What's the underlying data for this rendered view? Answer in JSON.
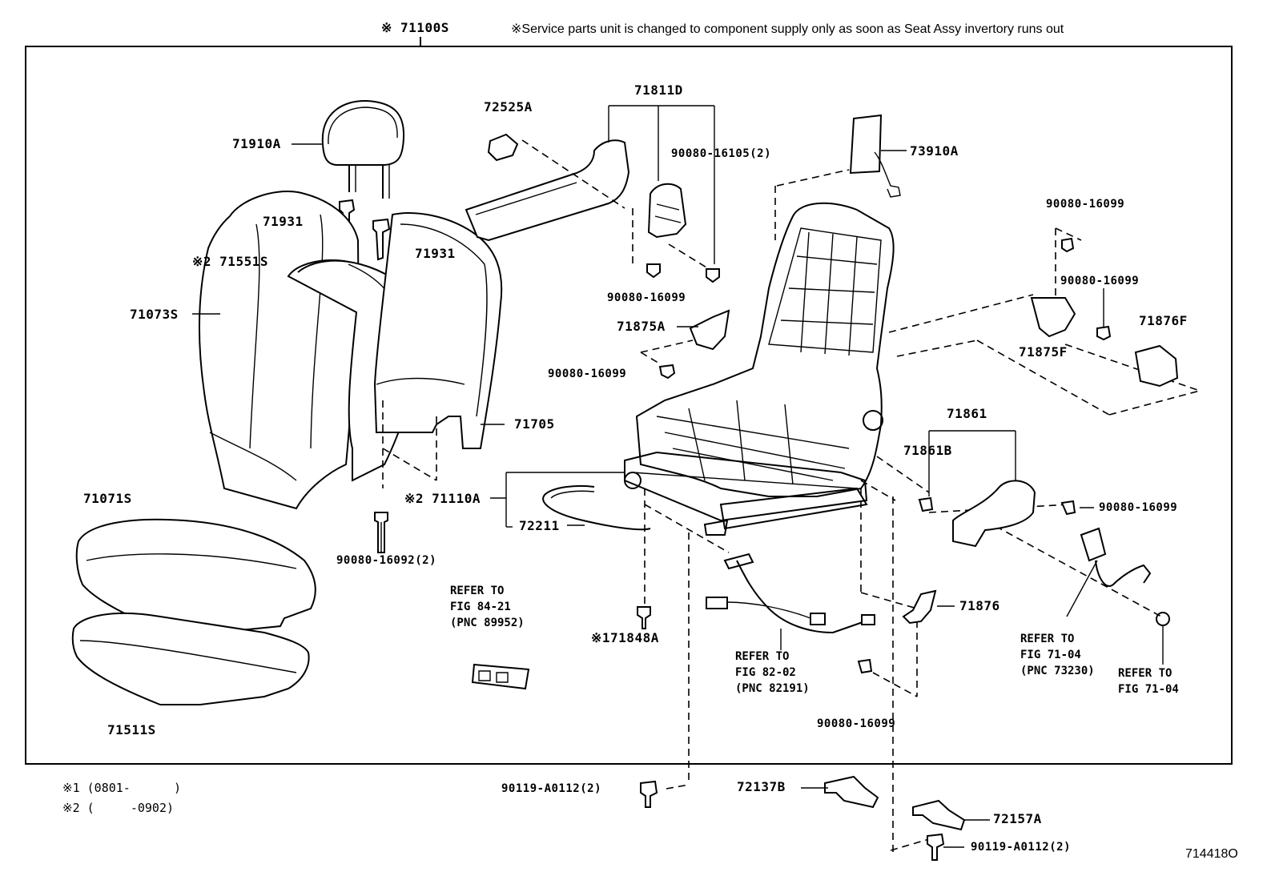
{
  "header": {
    "assembly": "※ 71100S",
    "notice": "※Service parts unit is changed to component supply only as soon as Seat Assy invertory runs out"
  },
  "parts": {
    "p71910A": "71910A",
    "p71931a": "71931",
    "p71931b": "71931",
    "p71551S": "※2 71551S",
    "p71073S": "71073S",
    "p71705": "71705",
    "p71110A": "※2 71110A",
    "p72211": "72211",
    "p71071S": "71071S",
    "p71511S": "71511S",
    "p72525A": "72525A",
    "p71811D": "71811D",
    "p90080_16105": "90080-16105(2)",
    "p90080_16099_a": "90080-16099",
    "p71875A": "71875A",
    "p90080_16099_b": "90080-16099",
    "p73910A": "73910A",
    "p90080_16099_c": "90080-16099",
    "p90080_16099_d": "90080-16099",
    "p71876F": "71876F",
    "p71875F": "71875F",
    "p71861": "71861",
    "p71861B": "71861B",
    "p90080_16099_e": "90080-16099",
    "p90080_16092": "90080-16092(2)",
    "p71848A": "※171848A",
    "p71876": "71876",
    "p90080_16099_f": "90080-16099",
    "p90119_A0112_a": "90119-A0112(2)",
    "p72137B": "72137B",
    "p72157A": "72157A",
    "p90119_A0112_b": "90119-A0112(2)"
  },
  "refs": {
    "r1": "REFER TO\nFIG 84-21\n(PNC 89952)",
    "r2": "REFER TO\nFIG 82-02\n(PNC 82191)",
    "r3": "REFER TO\nFIG 71-04\n(PNC 73230)",
    "r4": "REFER TO\nFIG 71-04"
  },
  "footnotes": {
    "n1": "※1 (0801-      )",
    "n2": "※2 (     -0902)"
  },
  "figure_id": "714418O"
}
